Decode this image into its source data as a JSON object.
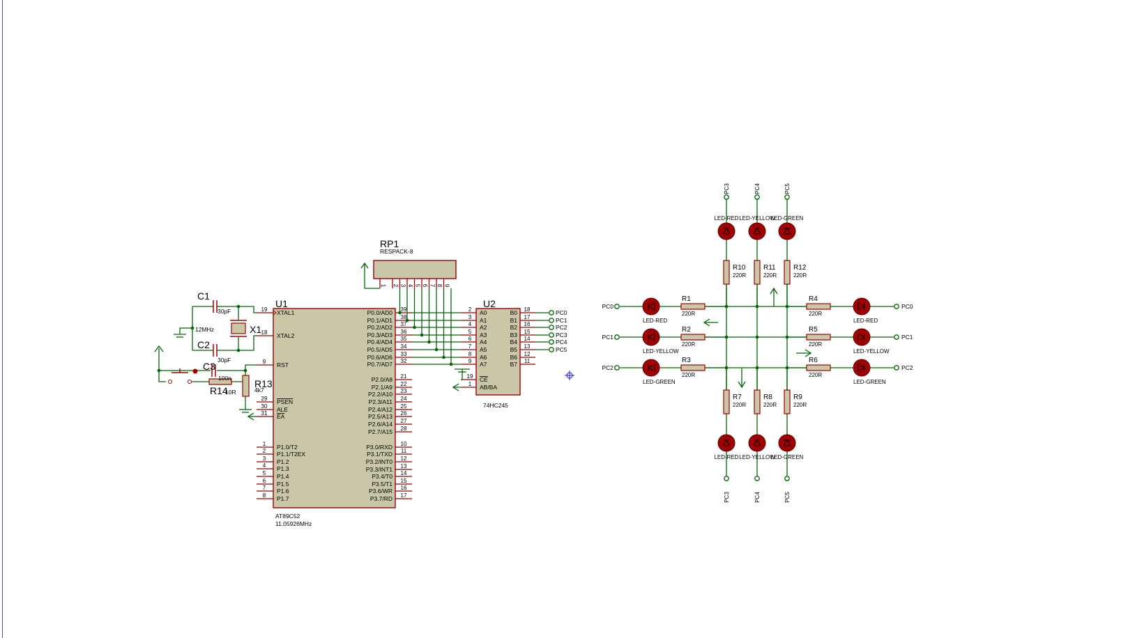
{
  "colors": {
    "wire": "#006600",
    "pin": "#990000",
    "component_body": "#c9c7a8",
    "led_fill": "#a30000",
    "junction": "#006600",
    "cursor": "#1a1acc"
  },
  "mcu": {
    "ref": "U1",
    "part": "AT89C52",
    "freq": "11.05926MHz",
    "left_pins": [
      {
        "num": "19",
        "name": "XTAL1"
      },
      {
        "num": "18",
        "name": "XTAL2"
      },
      {
        "num": "9",
        "name": "RST"
      },
      {
        "num": "29",
        "name": "PSEN"
      },
      {
        "num": "30",
        "name": "ALE"
      },
      {
        "num": "31",
        "name": "EA"
      },
      {
        "num": "1",
        "name": "P1.0/T2"
      },
      {
        "num": "2",
        "name": "P1.1/T2EX"
      },
      {
        "num": "3",
        "name": "P1.2"
      },
      {
        "num": "4",
        "name": "P1.3"
      },
      {
        "num": "5",
        "name": "P1.4"
      },
      {
        "num": "6",
        "name": "P1.5"
      },
      {
        "num": "7",
        "name": "P1.6"
      },
      {
        "num": "8",
        "name": "P1.7"
      }
    ],
    "right_pins": [
      {
        "num": "39",
        "name": "P0.0/AD0"
      },
      {
        "num": "38",
        "name": "P0.1/AD1"
      },
      {
        "num": "37",
        "name": "P0.2/AD2"
      },
      {
        "num": "36",
        "name": "P0.3/AD3"
      },
      {
        "num": "35",
        "name": "P0.4/AD4"
      },
      {
        "num": "34",
        "name": "P0.5/AD5"
      },
      {
        "num": "33",
        "name": "P0.6/AD6"
      },
      {
        "num": "32",
        "name": "P0.7/AD7"
      },
      {
        "num": "21",
        "name": "P2.0/A8"
      },
      {
        "num": "22",
        "name": "P2.1/A9"
      },
      {
        "num": "23",
        "name": "P2.2/A10"
      },
      {
        "num": "24",
        "name": "P2.3/A11"
      },
      {
        "num": "25",
        "name": "P2.4/A12"
      },
      {
        "num": "26",
        "name": "P2.5/A13"
      },
      {
        "num": "27",
        "name": "P2.6/A14"
      },
      {
        "num": "28",
        "name": "P2.7/A15"
      },
      {
        "num": "10",
        "name": "P3.0/RXD"
      },
      {
        "num": "11",
        "name": "P3.1/TXD"
      },
      {
        "num": "12",
        "name": "P3.2/INT0"
      },
      {
        "num": "13",
        "name": "P3.3/INT1"
      },
      {
        "num": "14",
        "name": "P3.4/T0"
      },
      {
        "num": "15",
        "name": "P3.5/T1"
      },
      {
        "num": "16",
        "name": "P3.6/WR"
      },
      {
        "num": "17",
        "name": "P3.7/RD"
      }
    ]
  },
  "buffer": {
    "ref": "U2",
    "part": "74HC245",
    "a_pins": [
      {
        "num": "2",
        "name": "A0"
      },
      {
        "num": "3",
        "name": "A1"
      },
      {
        "num": "4",
        "name": "A2"
      },
      {
        "num": "5",
        "name": "A3"
      },
      {
        "num": "6",
        "name": "A4"
      },
      {
        "num": "7",
        "name": "A5"
      },
      {
        "num": "8",
        "name": "A6"
      },
      {
        "num": "9",
        "name": "A7"
      }
    ],
    "b_pins": [
      {
        "num": "18",
        "name": "B0",
        "net": "PC0"
      },
      {
        "num": "17",
        "name": "B1",
        "net": "PC1"
      },
      {
        "num": "16",
        "name": "B2",
        "net": "PC2"
      },
      {
        "num": "15",
        "name": "B3",
        "net": "PC3"
      },
      {
        "num": "14",
        "name": "B4",
        "net": "PC4"
      },
      {
        "num": "13",
        "name": "B5",
        "net": "PC5"
      },
      {
        "num": "12",
        "name": "B6",
        "net": ""
      },
      {
        "num": "11",
        "name": "B7",
        "net": ""
      }
    ],
    "ce": {
      "num": "19",
      "name": "CE"
    },
    "dir": {
      "num": "1",
      "name": "AB/BA"
    }
  },
  "rpack": {
    "ref": "RP1",
    "part": "RESPACK-8",
    "pins": [
      "1",
      "2",
      "3",
      "4",
      "5",
      "6",
      "7",
      "8",
      "9"
    ]
  },
  "clock": {
    "c1_ref": "C1",
    "c1_val": "30pF",
    "c2_ref": "C2",
    "c2_val": "30pF",
    "x1_ref": "X1",
    "x1_val": "12MHz"
  },
  "reset": {
    "c3_ref": "C3",
    "c3_val": "100n",
    "r13_ref": "R13",
    "r13_val": "4k7",
    "r14_ref": "R14",
    "r14_val": "10R"
  },
  "lights": {
    "west": [
      {
        "res": "R1",
        "val": "220R",
        "led": "LED-RED",
        "net": "PC0"
      },
      {
        "res": "R2",
        "val": "220R",
        "led": "LED-YELLOW",
        "net": "PC1"
      },
      {
        "res": "R3",
        "val": "220R",
        "led": "LED-GREEN",
        "net": "PC2"
      }
    ],
    "east": [
      {
        "res": "R4",
        "val": "220R",
        "led": "LED-RED",
        "net": "PC0"
      },
      {
        "res": "R5",
        "val": "220R",
        "led": "LED-YELLOW",
        "net": "PC1"
      },
      {
        "res": "R6",
        "val": "220R",
        "led": "LED-GREEN",
        "net": "PC2"
      }
    ],
    "north": [
      {
        "res": "R10",
        "val": "220R",
        "led": "LED-RED",
        "net": "PC3"
      },
      {
        "res": "R11",
        "val": "220R",
        "led": "LED-YELLOW",
        "net": "PC4"
      },
      {
        "res": "R12",
        "val": "220R",
        "led": "LED-GREEN",
        "net": "PC5"
      }
    ],
    "south": [
      {
        "res": "R7",
        "val": "220R",
        "led": "LED-RED",
        "net": "PC3"
      },
      {
        "res": "R8",
        "val": "220R",
        "led": "LED-YELLOW",
        "net": "PC4"
      },
      {
        "res": "R9",
        "val": "220R",
        "led": "LED-GREEN",
        "net": "PC5"
      }
    ]
  }
}
